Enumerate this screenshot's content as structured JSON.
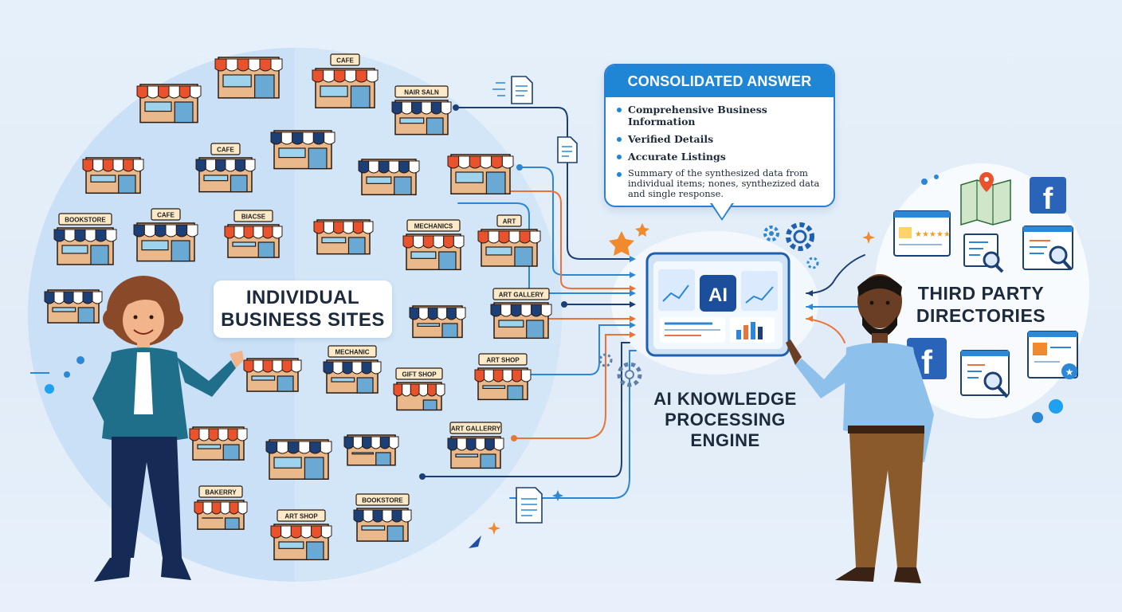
{
  "consolidated_answer": {
    "title": "CONSOLIDATED ANSWER",
    "items": [
      "Comprehensive Business Information",
      "Verified Details",
      "Accurate Listings",
      "Summary of the synthesized data from individual items; nones, synthezized data and single response."
    ]
  },
  "labels": {
    "individual_sites_line1": "INDIVIDUAL",
    "individual_sites_line2": "BUSINESS SITES",
    "engine_line1": "AI KNOWLEDGE",
    "engine_line2": "PROCESSING",
    "engine_line3": "ENGINE",
    "directories_line1": "THIRD PARTY",
    "directories_line2": "DIRECTORIES",
    "engine_screen": "AI"
  },
  "shop_signs": [
    "CAFE",
    "NAIR SALN",
    "CAFE",
    "BOOKSTORE",
    "CAFE",
    "BIACSE",
    "MECHANICS",
    "ART",
    "ART GALLERY",
    "MECHANIC",
    "ART SHOP",
    "GIFT SHOP",
    "ART GALLERRY",
    "BAKERRY",
    "ART SHOP",
    "BOOKSTORE"
  ],
  "icons": [
    "facebook-icon",
    "map-pin-icon",
    "rating-stars-icon",
    "magnifier-icon",
    "gear-icon",
    "document-icon",
    "sparkle-icon"
  ],
  "colors": {
    "accent_blue": "#1f86d6",
    "accent_orange": "#e8743a",
    "navy": "#1c2f55",
    "facebook_blue": "#2a64b8"
  }
}
